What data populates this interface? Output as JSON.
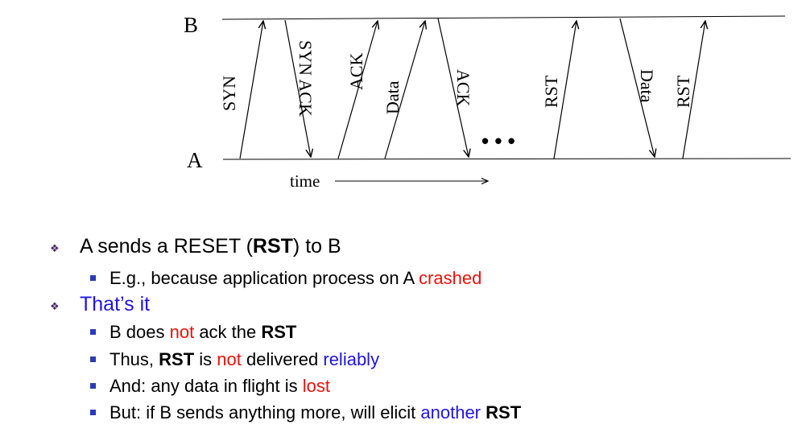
{
  "diagram": {
    "host_b": "B",
    "host_a": "A",
    "time_label": "time",
    "messages": [
      {
        "label": "SYN",
        "direction": "A to B"
      },
      {
        "label": "SYN ACK",
        "direction": "B to A"
      },
      {
        "label": "ACK",
        "direction": "A to B"
      },
      {
        "label": "Data",
        "direction": "A to B"
      },
      {
        "label": "ACK",
        "direction": "B to A"
      },
      {
        "label": "RST",
        "direction": "A to B"
      },
      {
        "label": "Data",
        "direction": "B to A"
      },
      {
        "label": "RST",
        "direction": "A to B"
      }
    ],
    "ellipsis": "• • •"
  },
  "bullets": {
    "b1": {
      "a": "A sends a RESET (",
      "b": "RST",
      "c": ") to B"
    },
    "b1_1": {
      "a": "E.g., because application process on A ",
      "b": "crashed"
    },
    "b2": {
      "a": "That’s it"
    },
    "b2_1": {
      "a": "B does ",
      "b": "not",
      "c": " ack the ",
      "d": "RST"
    },
    "b2_2": {
      "a": "Thus, ",
      "b": "RST",
      "c": " is ",
      "d": "not",
      "e": " delivered ",
      "f": "reliably"
    },
    "b2_3": {
      "a": "And: any data in flight is ",
      "b": "lost"
    },
    "b2_4": {
      "a": "But: if B sends anything more, will elicit ",
      "b": "another",
      "c": " ",
      "d": "RST"
    }
  },
  "colors": {
    "emphasis_red": "#e8120c",
    "emphasis_blue": "#1f14e0",
    "bullet_square": "#2a3bb8"
  }
}
